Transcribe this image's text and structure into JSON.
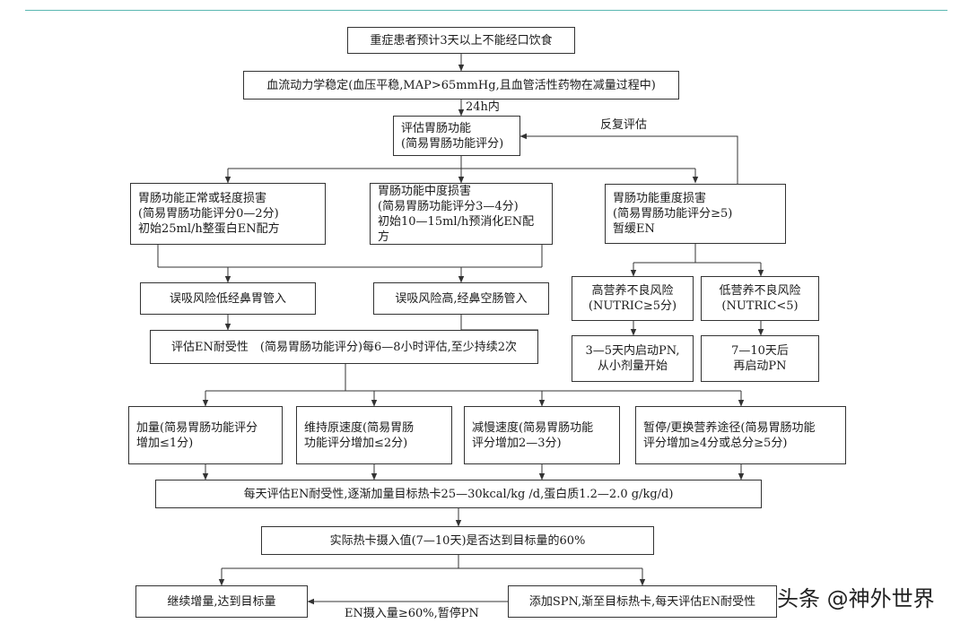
{
  "boxes": {
    "b1": "重症患者预计3天以上不能经口饮食",
    "b2": "血流动力学稳定(血压平稳,MAP>65mmHg,且血管活性药物在减量过程中)",
    "b3": "评估胃肠功能\n(简易胃肠功能评分)",
    "b4": "胃肠功能正常或轻度损害\n(简易胃肠功能评分0—2分)\n初始25ml/h整蛋白EN配方",
    "b5": "胃肠功能中度损害\n(简易胃肠功能评分3—4分)\n初始10—15ml/h预消化EN配方",
    "b6": "胃肠功能重度损害\n(简易胃肠功能评分≥5)\n暂缓EN",
    "b7": "误吸风险低经鼻胃管入",
    "b8": "误吸风险高,经鼻空肠管入",
    "b9": "高营养不良风险\n(NUTRIC≥5分)",
    "b10": "低营养不良风险\n(NUTRIC<5)",
    "b11": "评估EN耐受性　(简易胃肠功能评分)每6—8小时评估,至少持续2次",
    "b12": "3—5天内启动PN,\n从小剂量开始",
    "b13": "7—10天后\n再启动PN",
    "b14": "加量(简易胃肠功能评分\n增加≤1分)",
    "b15": "维持原速度(简易胃肠\n功能评分增加≤2分)",
    "b16": "减慢速度(简易胃肠功能\n评分增加2—3分)",
    "b17": "暂停/更换营养途径(简易胃肠功能\n评分增加≥4分或总分≥5分)",
    "b18": "每天评估EN耐受性,逐渐加量目标热卡25—30kcal/kg /d,蛋白质1.2—2.0 g/kg/d)",
    "b19": "实际热卡摄入值(7—10天)是否达到目标量的60%",
    "b20": "继续增量,达到目标量",
    "b21": "添加SPN,渐至目标热卡,每天评估EN耐受性"
  },
  "labels": {
    "within24h": "24h内",
    "reassess": "反复评估",
    "en60": "EN摄入量≥60%,暂停PN"
  },
  "watermark": "头条 @神外世界",
  "colors": {
    "accent_line": "#5bb8b2",
    "border": "#333333"
  }
}
